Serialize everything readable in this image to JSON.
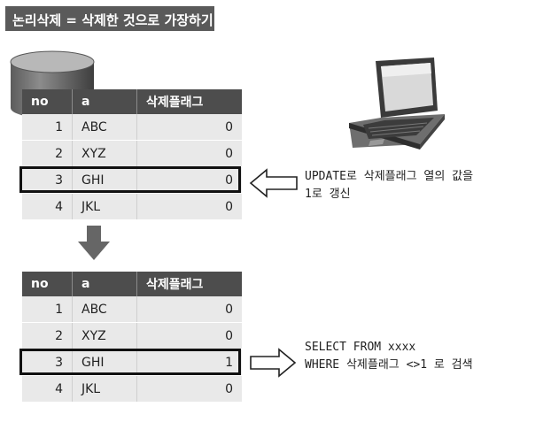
{
  "title": "논리삭제 = 삭제한 것으로 가장하기",
  "table_before": {
    "headers": [
      "no",
      "a",
      "삭제플래그"
    ],
    "rows": [
      [
        "1",
        "ABC",
        "0"
      ],
      [
        "2",
        "XYZ",
        "0"
      ],
      [
        "3",
        "GHI",
        "0"
      ],
      [
        "4",
        "JKL",
        "0"
      ]
    ]
  },
  "table_after": {
    "headers": [
      "no",
      "a",
      "삭제플래그"
    ],
    "rows": [
      [
        "1",
        "ABC",
        "0"
      ],
      [
        "2",
        "XYZ",
        "0"
      ],
      [
        "3",
        "GHI",
        "1"
      ],
      [
        "4",
        "JKL",
        "0"
      ]
    ]
  },
  "update_note": {
    "line1": "UPDATE로 삭제플래그 열의 값을",
    "line2": "1로 갱신"
  },
  "select_note": {
    "line1": "SELECT FROM xxxx",
    "line2": "WHERE 삭제플래그 <>1 로 검색"
  },
  "colors": {
    "header_bg": "#4d4d4d",
    "row_bg": "#e9e9e9",
    "title_bg": "#5a5a5a",
    "arrow_fill": "#666666"
  }
}
